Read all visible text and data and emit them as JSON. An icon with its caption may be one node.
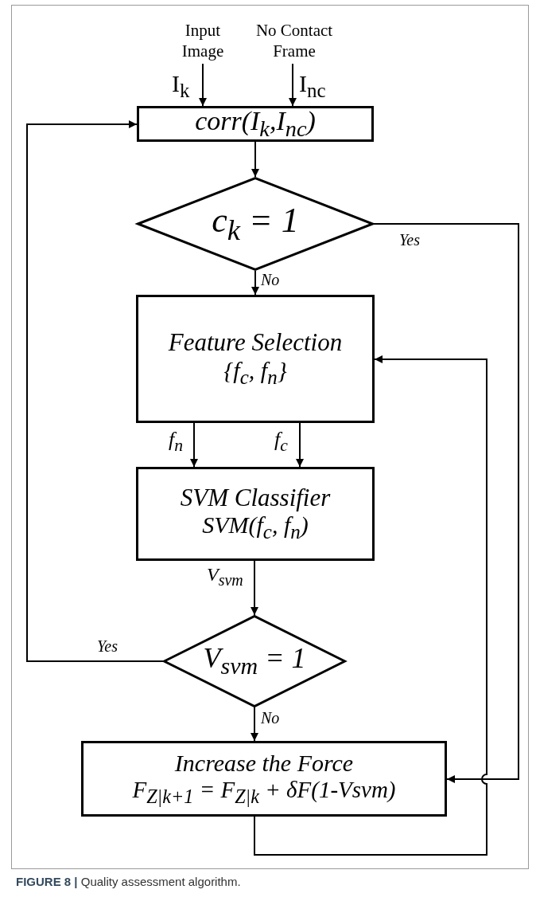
{
  "diagram": {
    "caption": "**FIGURE 8 |** Quality assessment algorithm.",
    "nodes": [
      {
        "text": [
          "Input Image"
        ]
      },
      {
        "text": [
          "No Contact Frame"
        ]
      },
      {
        "text": [
          "corr(I$_{k}$,I$_{nc}$)"
        ]
      },
      {
        "text": [
          "c$_{k}$ = 1"
        ]
      },
      {
        "text": [
          "Feature Selection",
          "{f$_{c}$, f$_{n}$}"
        ]
      },
      {
        "text": [
          "SVM Classifier",
          "SVM(f$_{c}$, f$_{n}$)"
        ]
      },
      {
        "text": [
          "V$_{svm}$ = 1"
        ]
      },
      {
        "text": [
          "Increase the Force",
          "F$_{Z|k+1}$ = F$_{Z|k}$ + δF(1-Vsvm)"
        ]
      }
    ],
    "edges": [
      {
        "from": 0,
        "to": 2,
        "arrow": "to",
        "label": "I$_{k}$"
      },
      {
        "from": 1,
        "to": 2,
        "arrow": "to",
        "label": "I$_{nc}$"
      },
      {
        "from": 2,
        "to": 3,
        "arrow": "to"
      },
      {
        "from": 3,
        "to": 4,
        "arrow": "to",
        "label": "No"
      },
      {
        "from": 3,
        "to": 7,
        "arrow": "to",
        "label": "Yes"
      },
      {
        "from": 4,
        "to": 5,
        "arrow": "to",
        "label": "f$_{n}$"
      },
      {
        "from": 4,
        "to": 5,
        "arrow": "to",
        "label": "f$_{c}$"
      },
      {
        "from": 5,
        "to": 6,
        "arrow": "to",
        "label": "V$_{svm}$"
      },
      {
        "from": 6,
        "to": 2,
        "arrow": "to",
        "label": "Yes"
      },
      {
        "from": 6,
        "to": 7,
        "arrow": "to",
        "label": "No"
      },
      {
        "from": 7,
        "to": 4,
        "arrow": "to"
      }
    ]
  }
}
